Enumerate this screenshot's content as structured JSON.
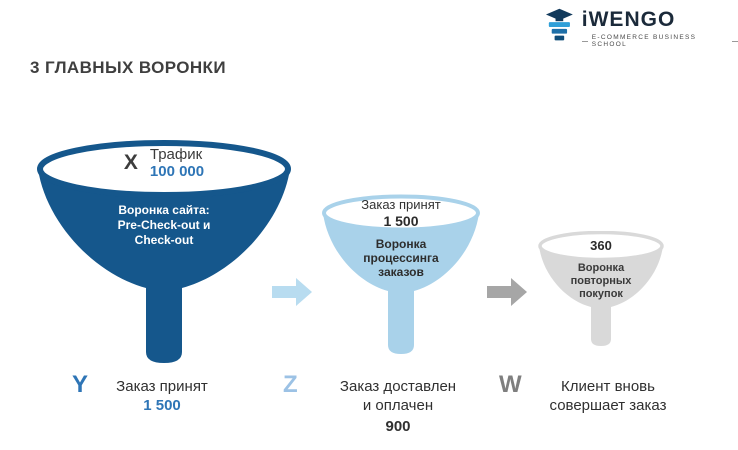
{
  "logo": {
    "brand": "iWENGO",
    "subtitle": "E-COMMERCE BUSINESS SCHOOL"
  },
  "title": "3 ГЛАВНЫХ ВОРОНКИ",
  "colors": {
    "dark_blue_funnel": "#15578C",
    "light_blue_funnel": "#A9D2EA",
    "gray_funnel": "#D9D9D9",
    "value_blue": "#2E75B6",
    "letter_z_blue": "#9CC2E5",
    "letter_w_gray": "#7F7F7F",
    "arrow_light_blue": "#B8DCF0",
    "arrow_gray": "#A6A6A6"
  },
  "funnels": [
    {
      "letter": "X",
      "top_label": "Трафик",
      "top_value": "100 000",
      "body_lines": [
        "Воронка сайта:",
        "Pre-Check-out и",
        "Check-out"
      ],
      "bottom": {
        "letter": "Y",
        "line1": "Заказ принят",
        "value": "1 500"
      }
    },
    {
      "top_label": "Заказ принят",
      "top_value": "1 500",
      "body_lines": [
        "Воронка",
        "процессинга",
        "заказов"
      ],
      "bottom": {
        "letter": "Z",
        "line1": "Заказ доставлен",
        "line2": "и оплачен",
        "value": "900"
      }
    },
    {
      "top_value": "360",
      "body_lines": [
        "Воронка",
        "повторных",
        "покупок"
      ],
      "bottom": {
        "letter": "W",
        "line1": "Клиент вновь",
        "line2": "совершает заказ"
      }
    }
  ]
}
